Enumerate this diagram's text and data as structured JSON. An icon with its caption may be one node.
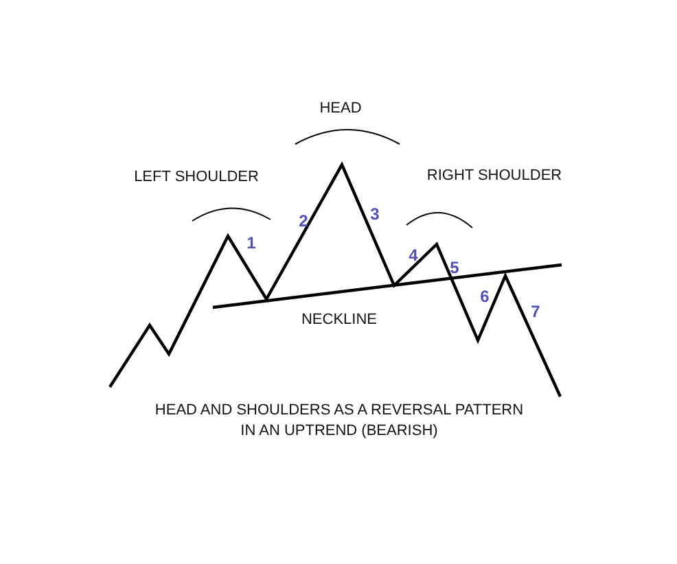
{
  "diagram": {
    "caption": "HEAD AND SHOULDERS AS A REVERSAL PATTERN IN AN UPTREND (BEARISH)",
    "labels": [
      "HEAD",
      "LEFT SHOULDER",
      "RIGHT SHOULDER",
      "1",
      "2",
      "3",
      "4",
      "5",
      "6",
      "7",
      "NECKLINE"
    ]
  }
}
